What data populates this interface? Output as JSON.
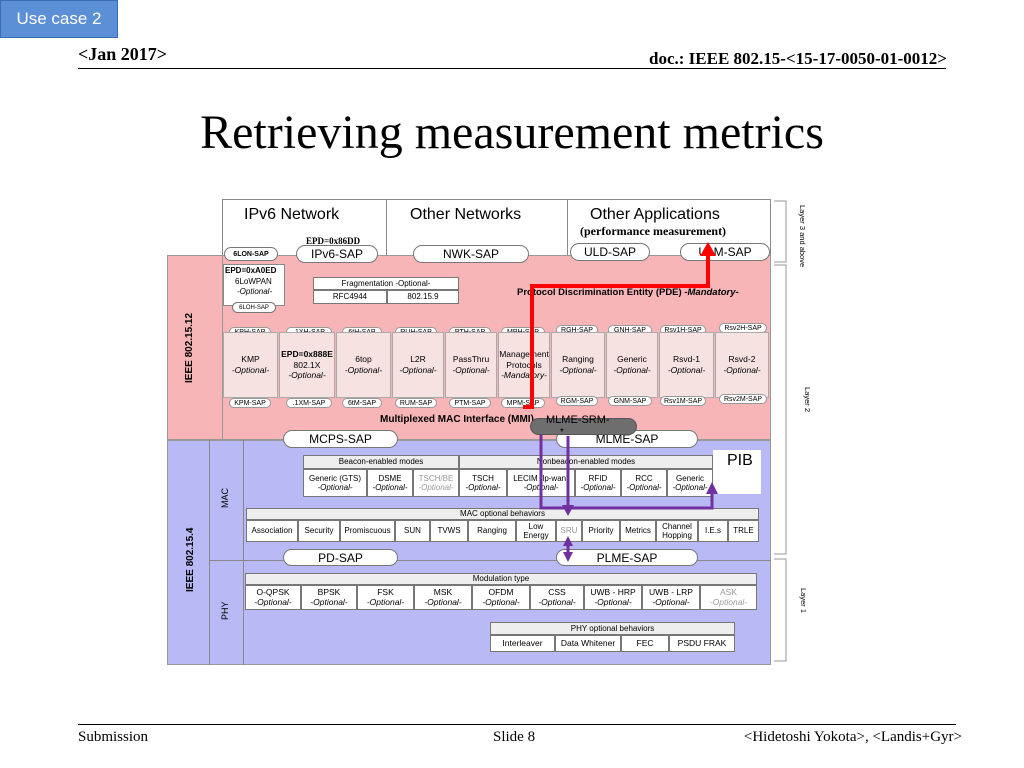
{
  "header": {
    "use_case": "Use case 2",
    "date": "<Jan 2017>",
    "doc": "doc.: IEEE 802.15-<15-17-0050-01-0012>",
    "title": "Retrieving measurement metrics"
  },
  "footer": {
    "left": "Submission",
    "center": "Slide 8",
    "right": "<Hidetoshi Yokota>, <Landis+Gyr>"
  },
  "colors": {
    "pink": "#f7b5b8",
    "blue": "#b9b9f5",
    "red_arrow": "#ff0000",
    "purple_arrow": "#7030a0",
    "tag": "#5b8fd6"
  },
  "diagram": {
    "top": {
      "ipv6": "IPv6 Network",
      "other_networks": "Other Networks",
      "other_apps": "Other Applications",
      "perf": "(performance measurement)",
      "epd_86dd": "EPD=0x86DD",
      "layer3": "Layer 3 and above"
    },
    "saps_top": {
      "lon": "6LON-SAP",
      "ipv6": "IPv6-SAP",
      "nwk": "NWK-SAP",
      "uld": "ULD-SAP",
      "ulm": "ULM-SAP"
    },
    "lowpan": {
      "epd": "EPD=0xA0ED",
      "name": "6LoWPAN",
      "opt": "-Optional-",
      "loh": "6LOH-SAP"
    },
    "fragmentation": {
      "title": "Fragmentation -Optional-",
      "rfc": "RFC4944",
      "std": "802.15.9"
    },
    "pde": {
      "label": "Protocol Discrimination Entity (PDE) -",
      "mandatory": "Mandatory-"
    },
    "ieee_15_12": "IEEE 802.15.12",
    "layer2": "Layer 2",
    "h_saps": [
      "KPH-SAP",
      ".1XH-SAP",
      "6tH-SAP",
      "RUH-SAP",
      "PTH-SAP",
      "MPH-SAP",
      "RGH-SAP",
      "GNH-SAP",
      "Rsv1H-SAP",
      "Rsv2H-SAP"
    ],
    "m_saps": [
      "KPM-SAP",
      ".1XM-SAP",
      "6tM-SAP",
      "RUM-SAP",
      "PTM-SAP",
      "MPM-SAP",
      "RGM-SAP",
      "GNM-SAP",
      "Rsv1M-SAP",
      "Rsv2M-SAP"
    ],
    "protocols": [
      {
        "l1": "KMP",
        "l2": "-Optional-"
      },
      {
        "l0": "EPD=0x888E",
        "l1": "802.1X",
        "l2": "-Optional-"
      },
      {
        "l1": "6top",
        "l2": "-Optional-"
      },
      {
        "l1": "L2R",
        "l2": "-Optional-"
      },
      {
        "l1": "PassThru",
        "l2": "-Optional-"
      },
      {
        "l0": "Management",
        "l1": "Protocols",
        "l2": "-Mandatory-"
      },
      {
        "l1": "Ranging",
        "l2": "-Optional-"
      },
      {
        "l1": "Generic",
        "l2": "-Optional-"
      },
      {
        "l1": "Rsvd-1",
        "l2": "-Optional-"
      },
      {
        "l1": "Rsvd-2",
        "l2": "-Optional-"
      }
    ],
    "mmi": "Multiplexed MAC Interface (MMI)",
    "mlme_srm": "MLME-SRM-",
    "mlme_star": "*",
    "mcps": "MCPS-SAP",
    "mlme": "MLME-SAP",
    "pib": "PIB",
    "ieee_15_4": "IEEE 802.15.4",
    "mac": "MAC",
    "phy": "PHY",
    "layer1": "Layer 1",
    "beacon": "Beacon-enabled modes",
    "nonbeacon": "Nonbeacon-enabled modes",
    "mac_modes": [
      {
        "l1": "Generic (GTS)",
        "l2": "-Optional-"
      },
      {
        "l1": "DSME",
        "l2": "-Optional-"
      },
      {
        "l1": "TSCH/BE",
        "l2": "-Optional-",
        "grey": true
      },
      {
        "l1": "TSCH",
        "l2": "-Optional-"
      },
      {
        "l1": "LECIM (lp-wan)",
        "l2": "-Optional-"
      },
      {
        "l1": "RFID",
        "l2": "-Optional-"
      },
      {
        "l1": "RCC",
        "l2": "-Optional-"
      },
      {
        "l1": "Generic",
        "l2": "-Optional-"
      }
    ],
    "mac_opt_title": "MAC optional behaviors",
    "mac_opt": [
      "Association",
      "Security",
      "Promiscuous",
      "SUN",
      "TVWS",
      "Ranging",
      "Low Energy",
      "SRU",
      "Priority",
      "Metrics",
      "Channel Hopping",
      "I.E.s",
      "TRLE"
    ],
    "pd": "PD-SAP",
    "plme": "PLME-SAP",
    "mod_title": "Modulation type",
    "mods": [
      {
        "l1": "O-QPSK",
        "l2": "-Optional-"
      },
      {
        "l1": "BPSK",
        "l2": "-Optional-"
      },
      {
        "l1": "FSK",
        "l2": "-Optional-"
      },
      {
        "l1": "MSK",
        "l2": "-Optional-"
      },
      {
        "l1": "OFDM",
        "l2": "-Optional-"
      },
      {
        "l1": "CSS",
        "l2": "-Optional-"
      },
      {
        "l1": "UWB - HRP",
        "l2": "-Optional-"
      },
      {
        "l1": "UWB - LRP",
        "l2": "-Optional-"
      },
      {
        "l1": "ASK",
        "l2": "-Optional-",
        "grey": true
      }
    ],
    "phy_opt_title": "PHY optional behaviors",
    "phy_opt": [
      "Interleaver",
      "Data Whitener",
      "FEC",
      "PSDU FRAK"
    ]
  }
}
